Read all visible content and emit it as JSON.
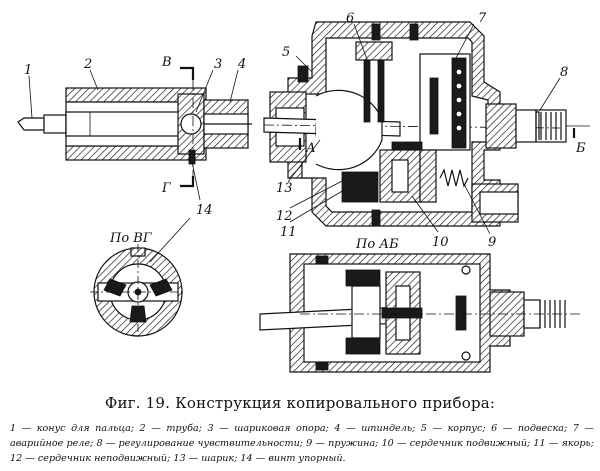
{
  "figure": {
    "caption_prefix": "Фиг. 19.",
    "caption_title": "Конструкция копировального прибора:",
    "legend_text": "1 — конус для пальца; 2 — труба; 3 — шариковая опора; 4 — шпиндель; 5 — корпус; 6 — подвеска; 7 — аварийное реле; 8 — регулирование чувствительности; 9 — пружина; 10 — сердечник подвижный; 11 — якорь; 12 — сердечник неподвижный; 13 — шарик; 14 — винт упорный."
  },
  "labels": {
    "n1": "1",
    "n2": "2",
    "n3": "3",
    "n4": "4",
    "n5": "5",
    "n6": "6",
    "n7": "7",
    "n8": "8",
    "n9": "9",
    "n10": "10",
    "n11": "11",
    "n12": "12",
    "n13": "13",
    "n14": "14",
    "sec_v": "В",
    "sec_g": "Г",
    "sec_a": "А",
    "sec_b": "Б",
    "view_vg": "По ВГ",
    "view_ab": "По АБ"
  }
}
